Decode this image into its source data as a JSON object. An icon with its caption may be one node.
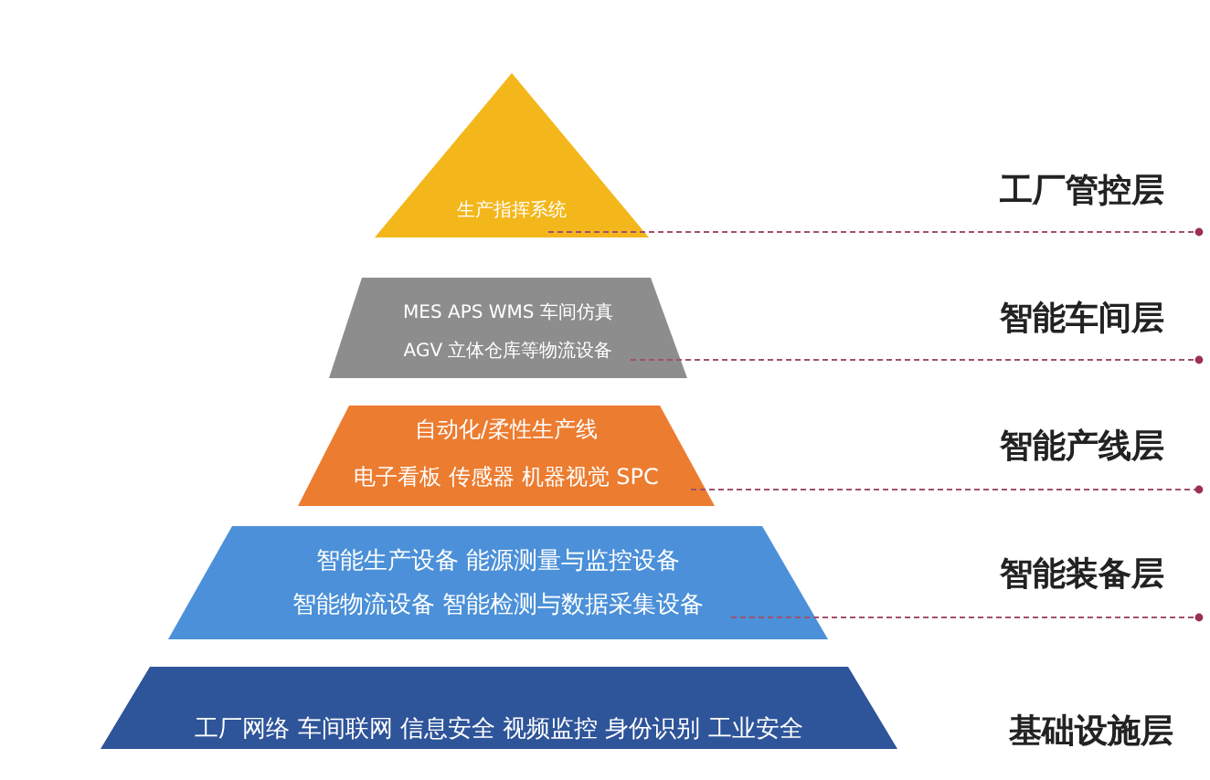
{
  "diagram": {
    "nodes": [
      {
        "text": [
          "生产指挥系统"
        ]
      },
      {
        "text": [
          "MES APS WMS 车间仿真",
          "AGV 立体仓库等物流设备"
        ]
      },
      {
        "text": [
          "自动化/柔性生产线",
          "电子看板 传感器 机器视觉 SPC"
        ]
      },
      {
        "text": [
          "智能生产设备 能源测量与监控设备",
          "智能物流设备 智能检测与数据采集设备"
        ]
      },
      {
        "text": [
          "工厂网络 车间联网 信息安全 视频监控 身份识别 工业安全"
        ]
      }
    ],
    "labels": [
      "工厂管控层",
      "智能车间层",
      "智能产线层",
      "智能装备层",
      "基础设施层"
    ]
  }
}
